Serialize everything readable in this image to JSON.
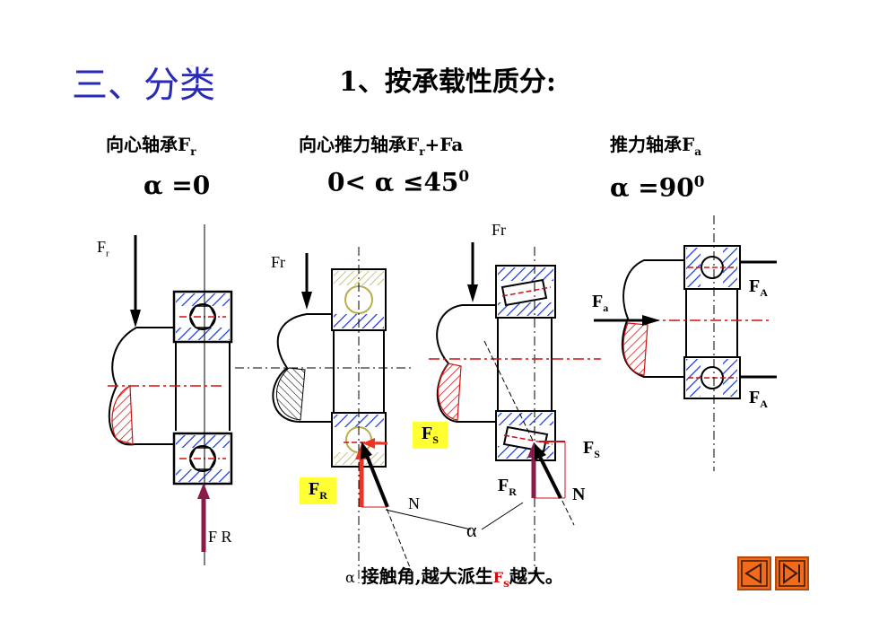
{
  "heading": "三、分类",
  "subheading": "1、按承载性质分:",
  "col1": {
    "title_main": "向心轴承F",
    "title_sub": "r",
    "alpha": "α =0"
  },
  "col2": {
    "title_main": "向心推力轴承F",
    "title_sub": "r",
    "title_tail": "+Fa",
    "alpha_prefix": "0< α ≤45",
    "alpha_sup": "0"
  },
  "col3": {
    "title_main": "推力轴承F",
    "title_sub": "a",
    "alpha_prefix": "α =90",
    "alpha_sup": "0"
  },
  "labels": {
    "fr1_main": "F",
    "fr1_sub": "r",
    "fr2": "Fr",
    "fr3": "Fr",
    "fr_bottom": "F R",
    "fs_box": "F",
    "fs_box_sub": "S",
    "fr_box": "F",
    "fr_box_sub": "R",
    "n1": "N",
    "alpha_center": "α",
    "fr4": "F",
    "fr4_sub": "R",
    "n2": "N",
    "fs2": "F",
    "fs2_sub": "S",
    "fa_main": "F",
    "fa_sub": "a",
    "fa_top": "F",
    "fa_top_sub": "A",
    "fa_bottom": "F",
    "fa_bottom_sub": "A"
  },
  "note": {
    "prefix": "α",
    "text1": " 接触角,越大派生",
    "fs": "F",
    "fs_sub": "s",
    "text2": "越大。"
  },
  "nav": {
    "prev_icon": "triangle-left-icon",
    "next_icon": "triangle-right-icon"
  }
}
